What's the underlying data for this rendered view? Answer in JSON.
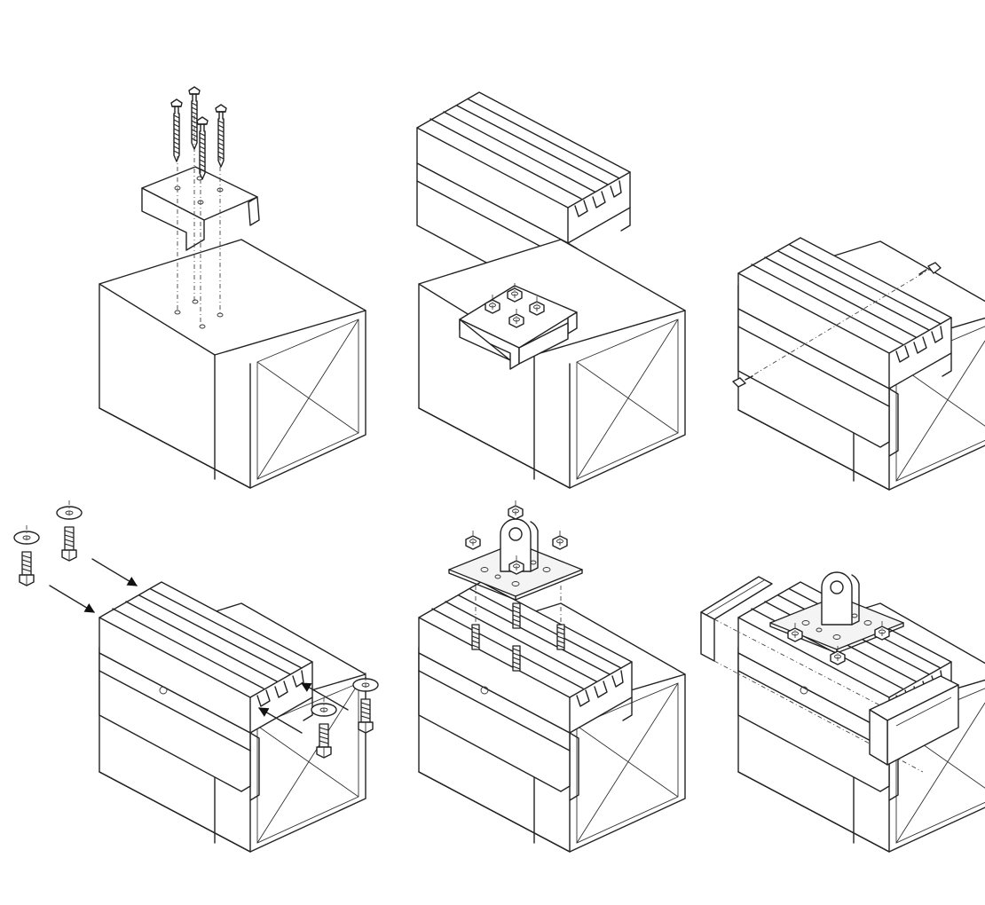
{
  "diagram": {
    "steps": [
      {
        "step": "attach-bracket-to-post",
        "parts": [
          "lag-screw-icon",
          "u-bracket",
          "wood-post"
        ]
      },
      {
        "step": "place-rail-over-bracket",
        "parts": [
          "extruded-rail",
          "u-bracket",
          "wood-post"
        ]
      },
      {
        "step": "fasten-rail-sides",
        "parts": [
          "extruded-rail",
          "side-screw-icon",
          "wood-post"
        ]
      },
      {
        "step": "insert-t-bolts",
        "parts": [
          "t-bolt-icon",
          "washer-icon",
          "extruded-rail"
        ]
      },
      {
        "step": "mount-anchor-plate",
        "parts": [
          "anchor-plate",
          "hex-nut-icon",
          "extruded-rail"
        ]
      },
      {
        "step": "slide-on-cover",
        "parts": [
          "cover-sleeve",
          "anchor-plate",
          "wood-post"
        ]
      }
    ],
    "colors": {
      "line": "#222222",
      "background": "#ffffff",
      "part_fill": "#f4f4f4"
    }
  }
}
